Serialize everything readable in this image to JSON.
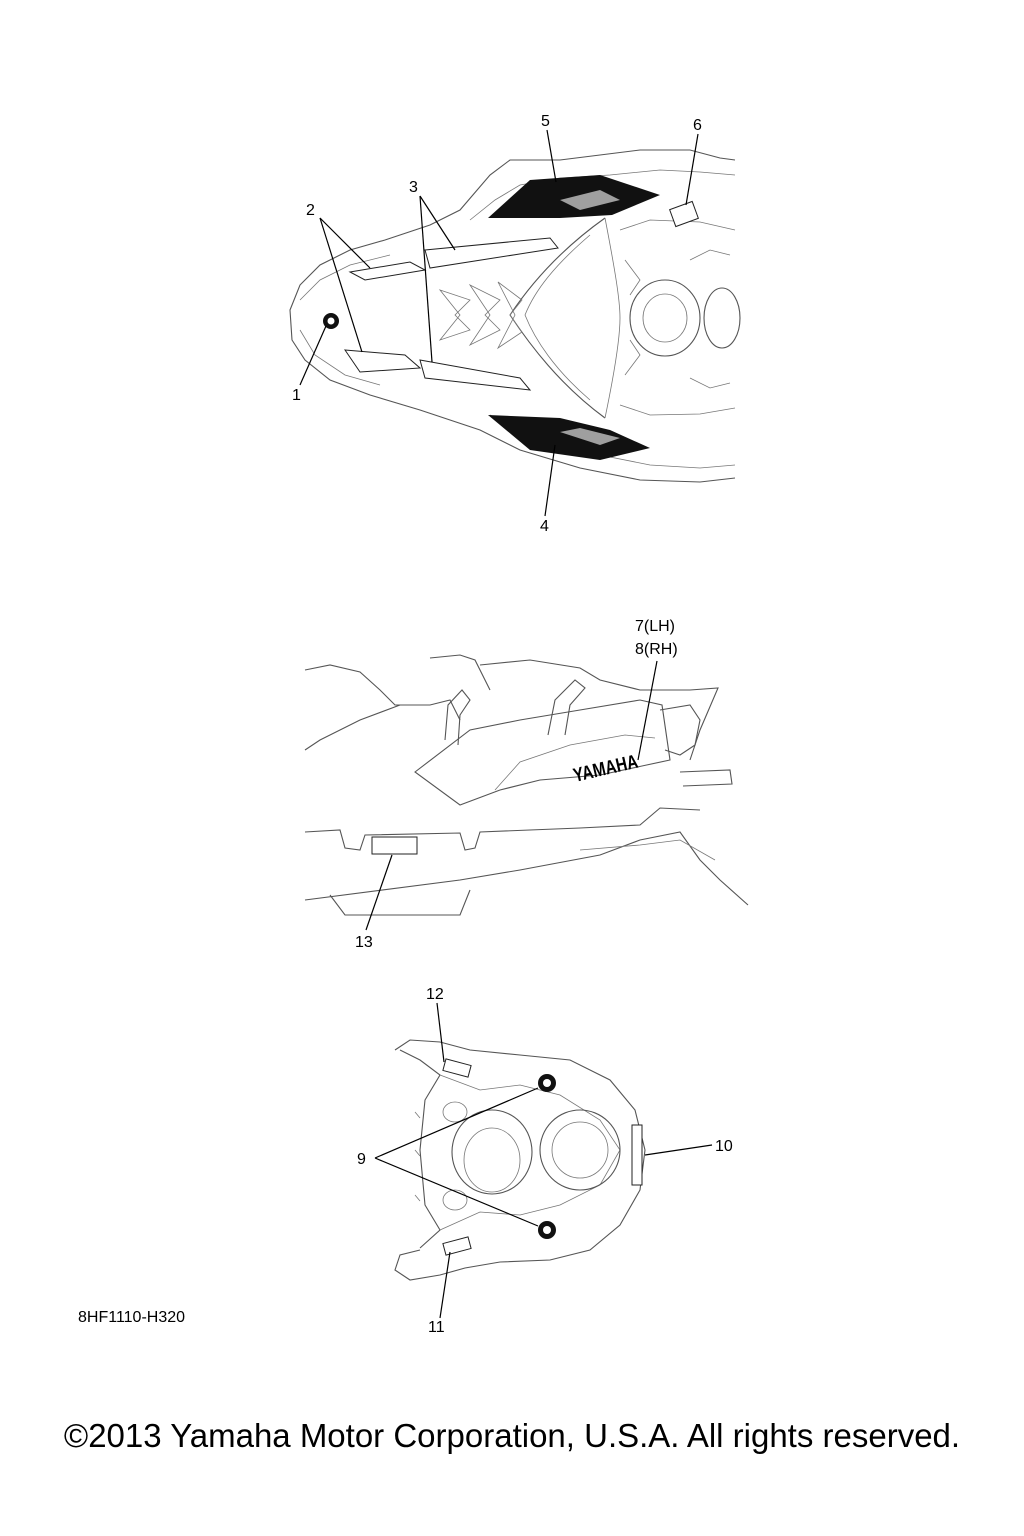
{
  "diagram_code": "8HF1110-H320",
  "copyright": "©2013 Yamaha Motor Corporation, U.S.A. All rights reserved.",
  "logo_text": "YAMAHA",
  "callouts": {
    "c1": "1",
    "c2": "2",
    "c3": "3",
    "c4": "4",
    "c5": "5",
    "c6": "6",
    "c7": "7(LH)",
    "c8": "8(RH)",
    "c9": "9",
    "c10": "10",
    "c11": "11",
    "c12": "12",
    "c13": "13"
  }
}
